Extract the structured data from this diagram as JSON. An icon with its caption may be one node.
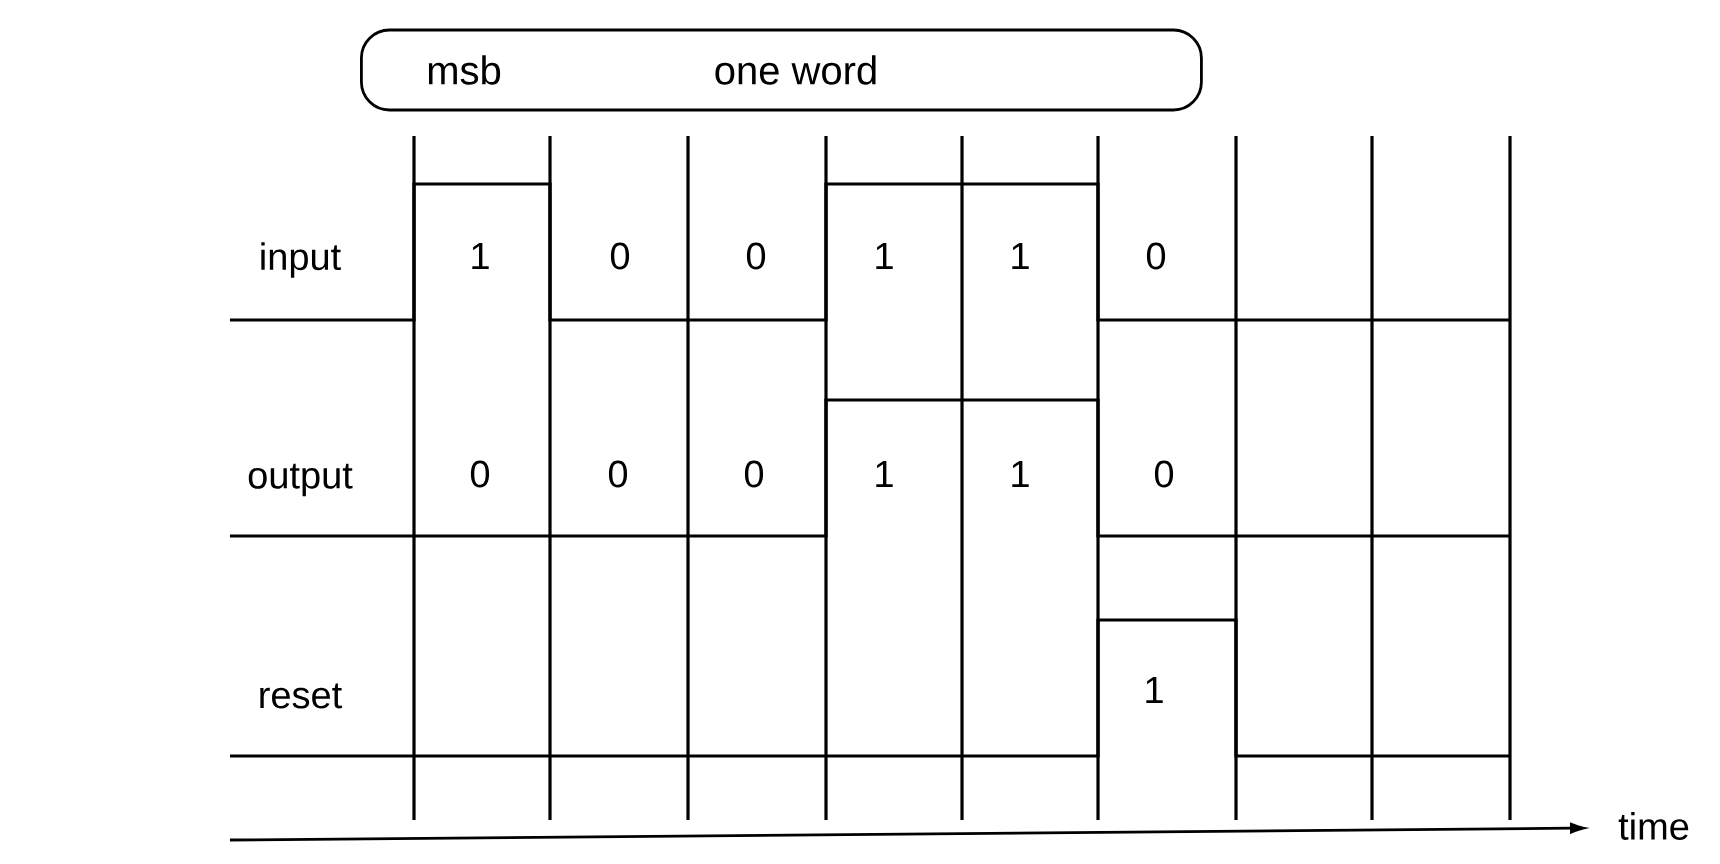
{
  "diagram": {
    "nodes": [
      {
        "text": [
          "msb",
          "one word"
        ]
      }
    ],
    "edges": [],
    "labels": [
      "input",
      "1",
      "0",
      "0",
      "1",
      "1",
      "0",
      "output",
      "0",
      "0",
      "0",
      "1",
      "1",
      "0",
      "reset",
      "1",
      "time"
    ]
  }
}
